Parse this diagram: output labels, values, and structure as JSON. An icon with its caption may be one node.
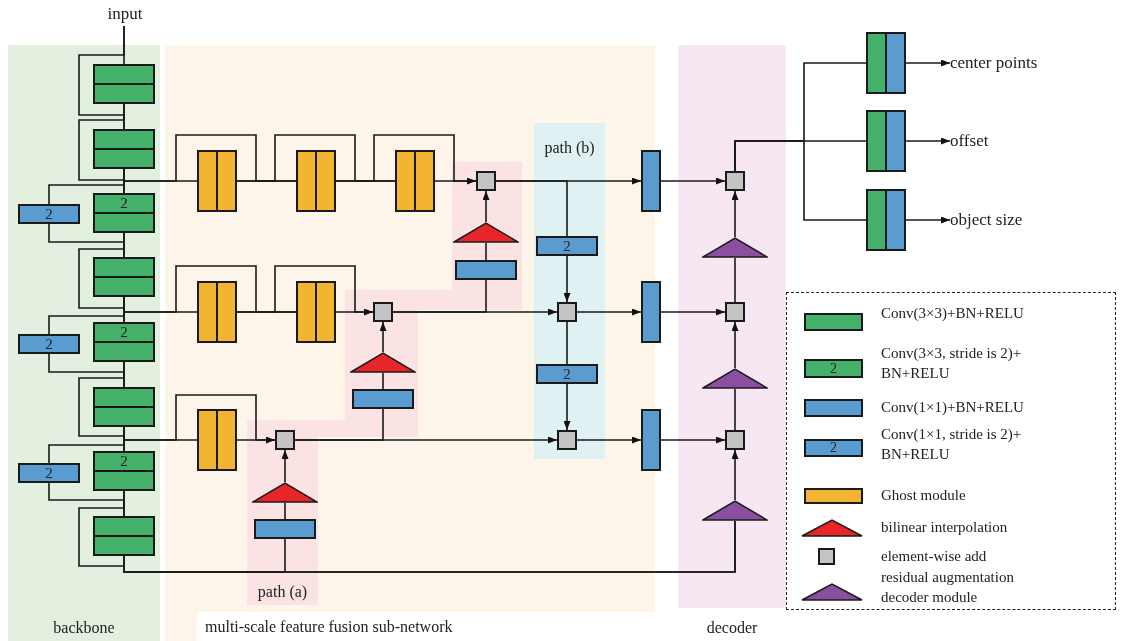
{
  "diagram": {
    "nodes": [
      {
        "text": [
          "input"
        ]
      },
      {
        "text": [
          "backbone"
        ]
      },
      {
        "text": [
          "multi-scale feature fusion sub-network"
        ]
      },
      {
        "text": [
          "decoder"
        ]
      },
      {
        "text": [
          "path (b)"
        ],
        "in": 2
      },
      {
        "text": [
          "path (a)"
        ],
        "in": 2
      },
      {
        "text": [],
        "shape": "box",
        "in": 1
      },
      {
        "text": [],
        "shape": "box",
        "in": 1
      },
      {
        "text": [
          "2"
        ],
        "in": 1
      },
      {
        "text": [
          "2"
        ],
        "in": 1
      },
      {
        "text": [],
        "shape": "box",
        "in": 1
      },
      {
        "text": [
          "2"
        ],
        "in": 1
      },
      {
        "text": [
          "2"
        ],
        "in": 1
      },
      {
        "text": [],
        "shape": "box",
        "in": 1
      },
      {
        "text": [
          "2"
        ],
        "in": 1
      },
      {
        "text": [
          "2"
        ],
        "in": 1
      },
      {
        "text": [],
        "shape": "box",
        "in": 1
      },
      {
        "text": [],
        "shape": "box",
        "in": 2
      },
      {
        "text": [],
        "shape": "box",
        "in": 2
      },
      {
        "text": [],
        "shape": "box",
        "in": 2
      },
      {
        "text": [],
        "shape": "box",
        "in": 5
      },
      {
        "text": [],
        "shape": "box",
        "in": 2
      },
      {
        "text": [],
        "shape": "box",
        "in": 2
      },
      {
        "text": [],
        "shape": "box",
        "in": 5
      },
      {
        "text": [],
        "shape": "box",
        "in": 2
      },
      {
        "text": [],
        "shape": "box",
        "in": 5
      },
      {
        "text": [],
        "shape": "box",
        "in": 5
      },
      {
        "text": [],
        "shape": "triangle",
        "in": 5
      },
      {
        "text": [],
        "shape": "box",
        "in": 5
      },
      {
        "text": [],
        "shape": "triangle",
        "in": 5
      },
      {
        "text": [],
        "shape": "box",
        "in": 5
      },
      {
        "text": [],
        "shape": "triangle",
        "in": 5
      },
      {
        "text": [
          "2"
        ],
        "in": 4
      },
      {
        "text": [],
        "shape": "box",
        "in": 4
      },
      {
        "text": [
          "2"
        ],
        "in": 4
      },
      {
        "text": [],
        "shape": "box",
        "in": 4
      },
      {
        "text": [],
        "shape": "box",
        "in": 2
      },
      {
        "text": [],
        "shape": "box",
        "in": 2
      },
      {
        "text": [],
        "shape": "box",
        "in": 2
      },
      {
        "text": [],
        "shape": "box",
        "in": 3
      },
      {
        "text": [],
        "shape": "triangle",
        "in": 3
      },
      {
        "text": [],
        "shape": "box",
        "in": 3
      },
      {
        "text": [],
        "shape": "triangle",
        "in": 3
      },
      {
        "text": [],
        "shape": "box",
        "in": 3
      },
      {
        "text": [],
        "shape": "triangle",
        "in": 3
      },
      {
        "text": [],
        "shape": "box"
      },
      {
        "text": [],
        "shape": "box"
      },
      {
        "text": [],
        "shape": "box"
      },
      {
        "text": [
          "center points"
        ]
      },
      {
        "text": [
          "offset"
        ]
      },
      {
        "text": [
          "object size"
        ]
      }
    ],
    "edges": [
      {
        "from": 0,
        "to": 6,
        "arrow": "none"
      },
      {
        "from": 0,
        "to": 7,
        "arrow": "none"
      },
      {
        "from": 6,
        "to": 7,
        "arrow": "none"
      },
      {
        "from": 6,
        "to": 8,
        "arrow": "none"
      },
      {
        "from": 7,
        "to": 8,
        "arrow": "none"
      },
      {
        "from": 7,
        "to": 9,
        "arrow": "none"
      },
      {
        "from": 9,
        "to": 10,
        "arrow": "none"
      },
      {
        "from": 8,
        "to": 10,
        "arrow": "none"
      },
      {
        "from": 8,
        "to": 11,
        "arrow": "none"
      },
      {
        "from": 10,
        "to": 11,
        "arrow": "none"
      },
      {
        "from": 10,
        "to": 12,
        "arrow": "none"
      },
      {
        "from": 12,
        "to": 13,
        "arrow": "none"
      },
      {
        "from": 11,
        "to": 13,
        "arrow": "none"
      },
      {
        "from": 11,
        "to": 14,
        "arrow": "none"
      },
      {
        "from": 13,
        "to": 14,
        "arrow": "none"
      },
      {
        "from": 13,
        "to": 15,
        "arrow": "none"
      },
      {
        "from": 15,
        "to": 16,
        "arrow": "none"
      },
      {
        "from": 14,
        "to": 16,
        "arrow": "none"
      },
      {
        "from": 14,
        "to": 44,
        "arrow": "none"
      },
      {
        "from": 16,
        "to": 44,
        "arrow": "none"
      },
      {
        "from": 16,
        "to": 26,
        "arrow": "none"
      },
      {
        "from": 7,
        "to": 17,
        "arrow": "none"
      },
      {
        "from": 7,
        "to": 18,
        "arrow": "none"
      },
      {
        "from": 17,
        "to": 18,
        "arrow": "none"
      },
      {
        "from": 17,
        "to": 19,
        "arrow": "none"
      },
      {
        "from": 18,
        "to": 19,
        "arrow": "none"
      },
      {
        "from": 18,
        "to": 20,
        "arrow": "none"
      },
      {
        "from": 19,
        "to": 20,
        "arrow": "to"
      },
      {
        "from": 10,
        "to": 21,
        "arrow": "none"
      },
      {
        "from": 10,
        "to": 22,
        "arrow": "none"
      },
      {
        "from": 21,
        "to": 22,
        "arrow": "none"
      },
      {
        "from": 21,
        "to": 23,
        "arrow": "none"
      },
      {
        "from": 22,
        "to": 23,
        "arrow": "to"
      },
      {
        "from": 13,
        "to": 24,
        "arrow": "none"
      },
      {
        "from": 13,
        "to": 25,
        "arrow": "none"
      },
      {
        "from": 24,
        "to": 25,
        "arrow": "to"
      },
      {
        "from": 26,
        "to": 27,
        "arrow": "none"
      },
      {
        "from": 27,
        "to": 25,
        "arrow": "to"
      },
      {
        "from": 25,
        "to": 28,
        "arrow": "none"
      },
      {
        "from": 28,
        "to": 29,
        "arrow": "none"
      },
      {
        "from": 29,
        "to": 23,
        "arrow": "to"
      },
      {
        "from": 23,
        "to": 30,
        "arrow": "none"
      },
      {
        "from": 30,
        "to": 31,
        "arrow": "none"
      },
      {
        "from": 31,
        "to": 20,
        "arrow": "to"
      },
      {
        "from": 25,
        "to": 35,
        "arrow": "to"
      },
      {
        "from": 23,
        "to": 33,
        "arrow": "to"
      },
      {
        "from": 20,
        "to": 36,
        "arrow": "to"
      },
      {
        "from": 20,
        "to": 32,
        "arrow": "none"
      },
      {
        "from": 32,
        "to": 33,
        "arrow": "to"
      },
      {
        "from": 33,
        "to": 34,
        "arrow": "none"
      },
      {
        "from": 34,
        "to": 35,
        "arrow": "to"
      },
      {
        "from": 33,
        "to": 37,
        "arrow": "to"
      },
      {
        "from": 35,
        "to": 38,
        "arrow": "to"
      },
      {
        "from": 36,
        "to": 39,
        "arrow": "to"
      },
      {
        "from": 37,
        "to": 41,
        "arrow": "to"
      },
      {
        "from": 38,
        "to": 43,
        "arrow": "to"
      },
      {
        "from": 44,
        "to": 43,
        "arrow": "to"
      },
      {
        "from": 43,
        "to": 42,
        "arrow": "none"
      },
      {
        "from": 42,
        "to": 41,
        "arrow": "to"
      },
      {
        "from": 41,
        "to": 40,
        "arrow": "none"
      },
      {
        "from": 40,
        "to": 39,
        "arrow": "to"
      },
      {
        "from": 39,
        "to": 45,
        "arrow": "none"
      },
      {
        "from": 39,
        "to": 46,
        "arrow": "none"
      },
      {
        "from": 39,
        "to": 47,
        "arrow": "none"
      },
      {
        "from": 45,
        "to": 48,
        "arrow": "to"
      },
      {
        "from": 46,
        "to": 49,
        "arrow": "to"
      },
      {
        "from": 47,
        "to": 50,
        "arrow": "to"
      }
    ],
    "labels": [
      "2",
      "2"
    ],
    "legend": [
      {
        "text": "Conv(3×3)+BN+RELU",
        "color": "#44b06a"
      },
      {
        "text": "Conv(3×3, stride is 2)+ BN+RELU",
        "color": "#44b06a"
      },
      {
        "text": "Conv(1×1)+BN+RELU",
        "color": "#5a9bd0"
      },
      {
        "text": "Conv(1×1, stride is 2)+ BN+RELU",
        "color": "#5a9bd0"
      },
      {
        "text": "Ghost module",
        "color": "#f3b531"
      },
      {
        "text": "bilinear interpolation"
      },
      {
        "text": "element-wise add"
      },
      {
        "text": "residual augmentation decoder module"
      }
    ]
  }
}
